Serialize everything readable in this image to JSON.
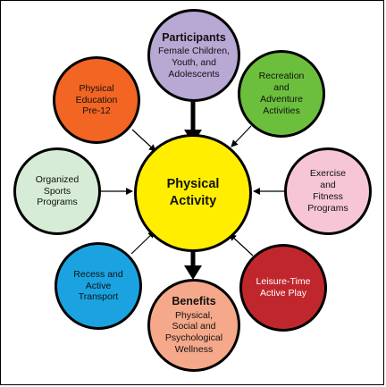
{
  "center": {
    "lines": [
      "Physical",
      "Activity"
    ],
    "color": "#ffee00"
  },
  "participants": {
    "title": "Participants",
    "lines": [
      "Female Children,",
      "Youth, and",
      "Adolescents"
    ],
    "color": "#b8a8d4"
  },
  "recreation": {
    "lines": [
      "Recreation",
      "and",
      "Adventure",
      "Activities"
    ],
    "color": "#6cbf3c"
  },
  "exercise": {
    "lines": [
      "Exercise",
      "and",
      "Fitness",
      "Programs"
    ],
    "color": "#f7c6d6"
  },
  "leisure": {
    "lines": [
      "Leisure-Time",
      "Active Play"
    ],
    "color": "#c0272d"
  },
  "benefits": {
    "title": "Benefits",
    "lines": [
      "Physical,",
      "Social and",
      "Psychological",
      "Wellness"
    ],
    "color": "#f5a98a"
  },
  "recess": {
    "lines": [
      "Recess and",
      "Active",
      "Transport"
    ],
    "color": "#1aa3e0"
  },
  "organized": {
    "lines": [
      "Organized",
      "Sports",
      "Programs"
    ],
    "color": "#d6ecd6"
  },
  "pe": {
    "lines": [
      "Physical",
      "Education",
      "Pre-12"
    ],
    "color": "#f26522"
  }
}
